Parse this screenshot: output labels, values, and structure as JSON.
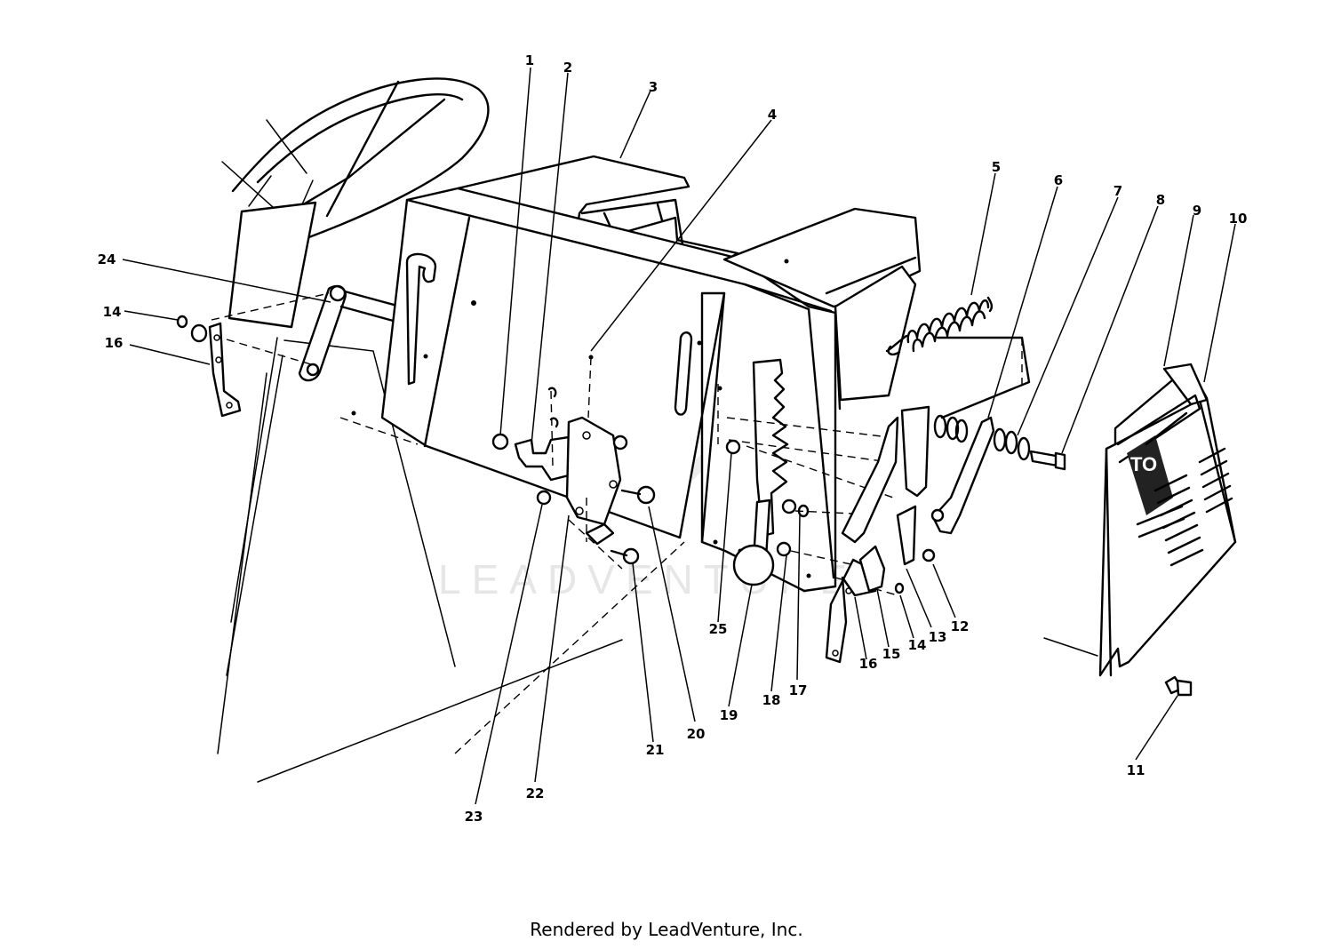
{
  "diagram": {
    "callouts": [
      {
        "id": "c1",
        "label": "1"
      },
      {
        "id": "c2",
        "label": "2"
      },
      {
        "id": "c3",
        "label": "3"
      },
      {
        "id": "c4",
        "label": "4"
      },
      {
        "id": "c5",
        "label": "5"
      },
      {
        "id": "c6",
        "label": "6"
      },
      {
        "id": "c7",
        "label": "7"
      },
      {
        "id": "c8",
        "label": "8"
      },
      {
        "id": "c9",
        "label": "9"
      },
      {
        "id": "c10",
        "label": "10"
      },
      {
        "id": "c11",
        "label": "11"
      },
      {
        "id": "c12",
        "label": "12"
      },
      {
        "id": "c13",
        "label": "13"
      },
      {
        "id": "c14a",
        "label": "14"
      },
      {
        "id": "c14b",
        "label": "14"
      },
      {
        "id": "c15",
        "label": "15"
      },
      {
        "id": "c16a",
        "label": "16"
      },
      {
        "id": "c16b",
        "label": "16"
      },
      {
        "id": "c17",
        "label": "17"
      },
      {
        "id": "c18",
        "label": "18"
      },
      {
        "id": "c19",
        "label": "19"
      },
      {
        "id": "c20",
        "label": "20"
      },
      {
        "id": "c21",
        "label": "21"
      },
      {
        "id": "c22",
        "label": "22"
      },
      {
        "id": "c23",
        "label": "23"
      },
      {
        "id": "c24",
        "label": "24"
      },
      {
        "id": "c25",
        "label": "25"
      }
    ]
  },
  "watermark": {
    "text": "LEADVENTURE"
  },
  "footer": {
    "credit": "Rendered by LeadVenture, Inc."
  }
}
